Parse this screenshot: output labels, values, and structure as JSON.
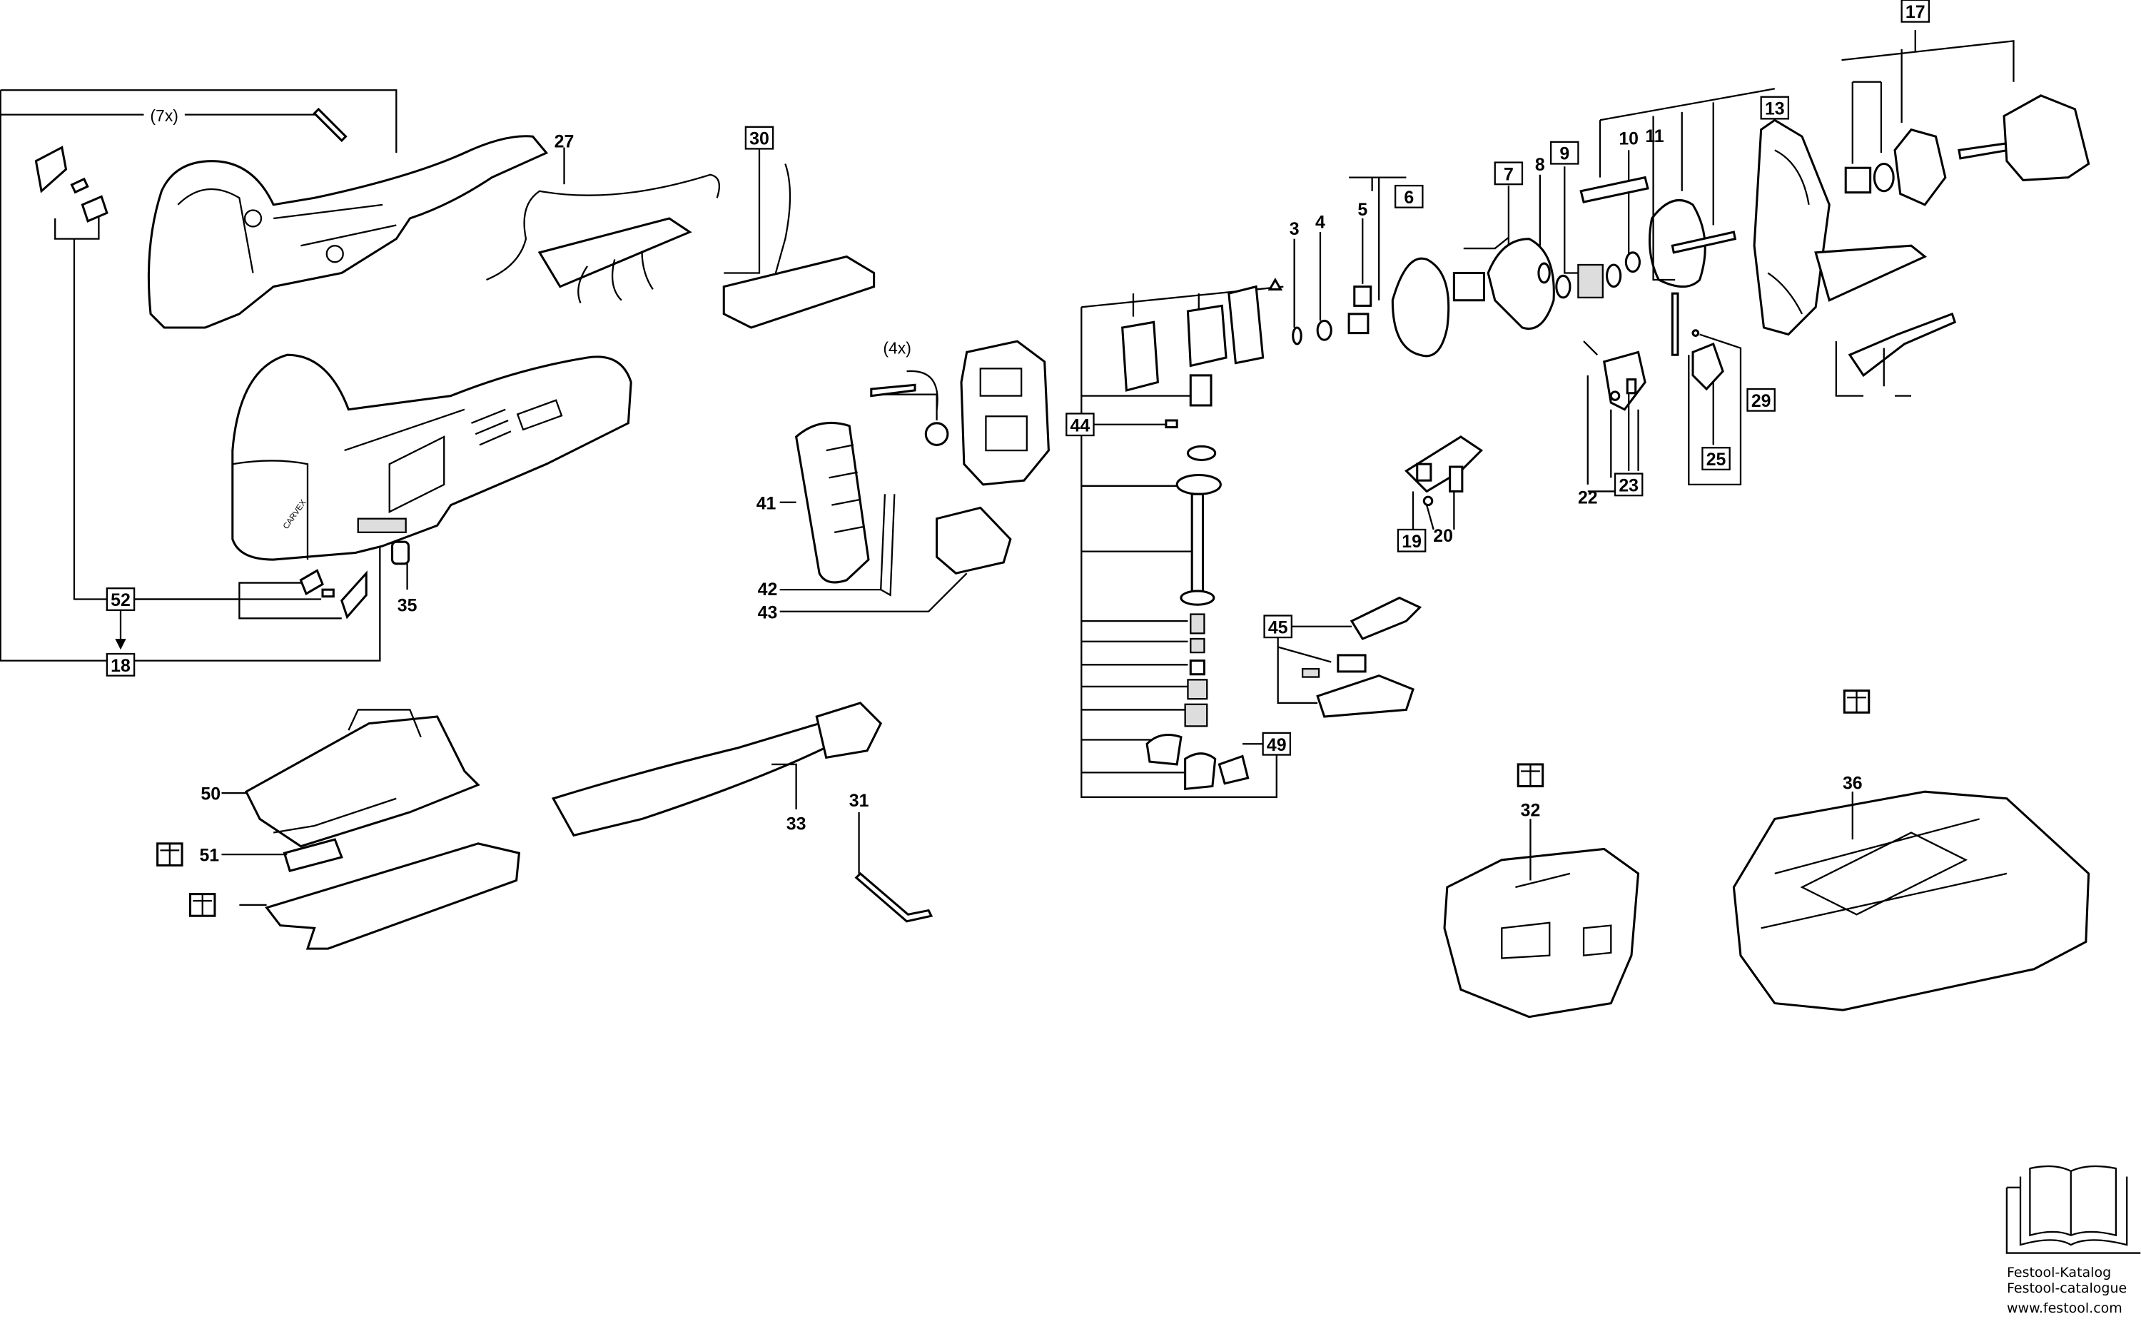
{
  "quantities": {
    "screws_housing": "(7x)",
    "screws_gear": "(4x)"
  },
  "brand_mark": "CARVEX",
  "part_labels": {
    "p3": "3",
    "p4": "4",
    "p5": "5",
    "p6": "6",
    "p7": "7",
    "p8": "8",
    "p9": "9",
    "p10": "10",
    "p11": "11",
    "p13": "13",
    "p17": "17",
    "p18": "18",
    "p19": "19",
    "p20": "20",
    "p22": "22",
    "p23": "23",
    "p25": "25",
    "p27": "27",
    "p29": "29",
    "p30": "30",
    "p31": "31",
    "p32": "32",
    "p33": "33",
    "p35": "35",
    "p36": "36",
    "p41": "41",
    "p42": "42",
    "p43": "43",
    "p44": "44",
    "p45": "45",
    "p49": "49",
    "p50": "50",
    "p51": "51",
    "p52": "52"
  },
  "boxed_labels": [
    "6",
    "7",
    "9",
    "13",
    "17",
    "18",
    "19",
    "23",
    "25",
    "29",
    "30",
    "44",
    "45",
    "49",
    "52"
  ],
  "footer": {
    "catalog_de": "Festool-Katalog",
    "catalog_fr": "Festool-catalogue",
    "website": "www.festool.com"
  }
}
